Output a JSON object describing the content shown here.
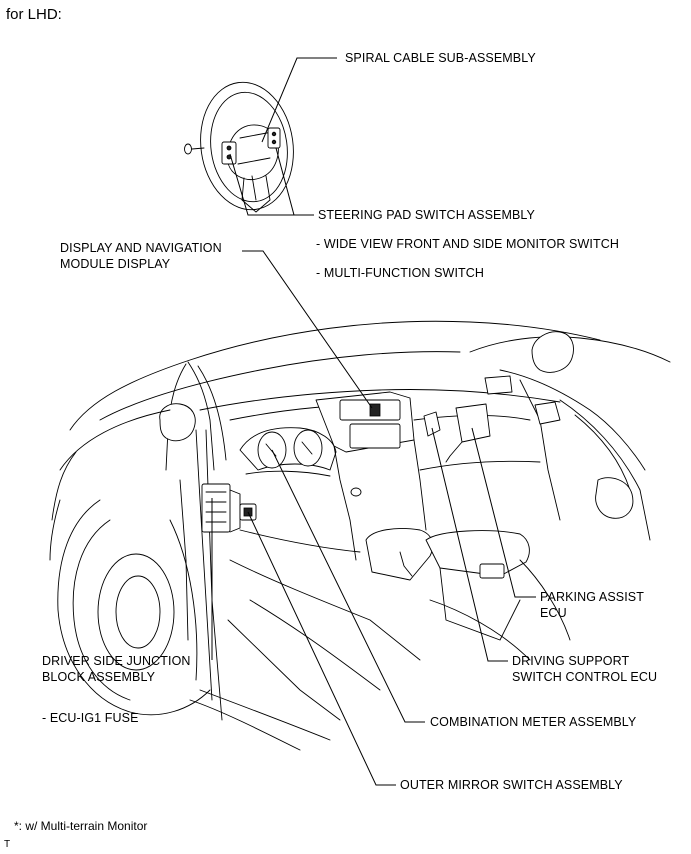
{
  "heading": "for LHD:",
  "labels": {
    "spiral_cable": "SPIRAL CABLE SUB-ASSEMBLY",
    "steering_pad": "STEERING PAD SWITCH ASSEMBLY",
    "wide_view": "- WIDE VIEW FRONT AND SIDE MONITOR SWITCH",
    "multi_function": "- MULTI-FUNCTION SWITCH",
    "display_line1": "DISPLAY AND NAVIGATION",
    "display_line2": "MODULE DISPLAY",
    "parking_line1": "PARKING ASSIST",
    "parking_line2": "ECU",
    "junction_line1": "DRIVER SIDE JUNCTION",
    "junction_line2": "BLOCK ASSEMBLY",
    "driving_line1": "DRIVING SUPPORT",
    "driving_line2": "SWITCH CONTROL ECU",
    "ecu_fuse": "- ECU-IG1 FUSE",
    "combination_meter": "COMBINATION METER ASSEMBLY",
    "outer_mirror": "OUTER MIRROR SWITCH ASSEMBLY"
  },
  "footnote": "*: w/ Multi-terrain Monitor",
  "corner_mark": "T"
}
